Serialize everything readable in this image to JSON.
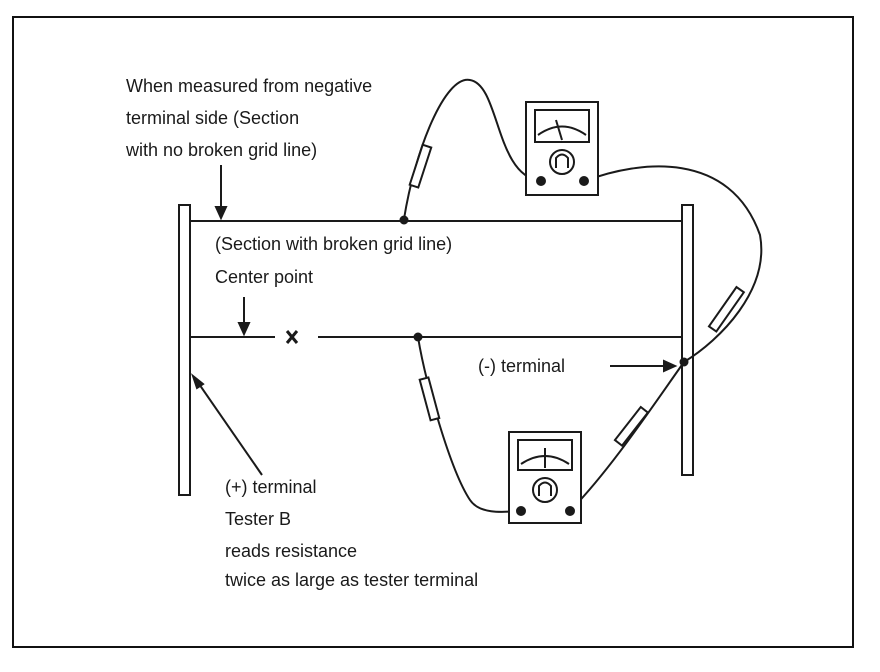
{
  "labels": {
    "negative_side_line1": "When measured from negative",
    "negative_side_line2": "terminal side (Section",
    "negative_side_line3": "with no broken grid line)",
    "broken_section": "(Section with broken grid line)",
    "center_point": "Center point",
    "minus_terminal": "(-) terminal",
    "plus_terminal": "(+) terminal",
    "tester_b": "Tester B",
    "reads_resistance": "reads resistance",
    "twice_as_large": "twice as large as tester terminal"
  },
  "icons": {
    "tester_top": "ohmmeter-icon",
    "tester_bottom": "ohmmeter-icon",
    "center_mark": "x-mark-icon"
  },
  "colors": {
    "line": "#1a1a1a",
    "background": "#ffffff"
  }
}
